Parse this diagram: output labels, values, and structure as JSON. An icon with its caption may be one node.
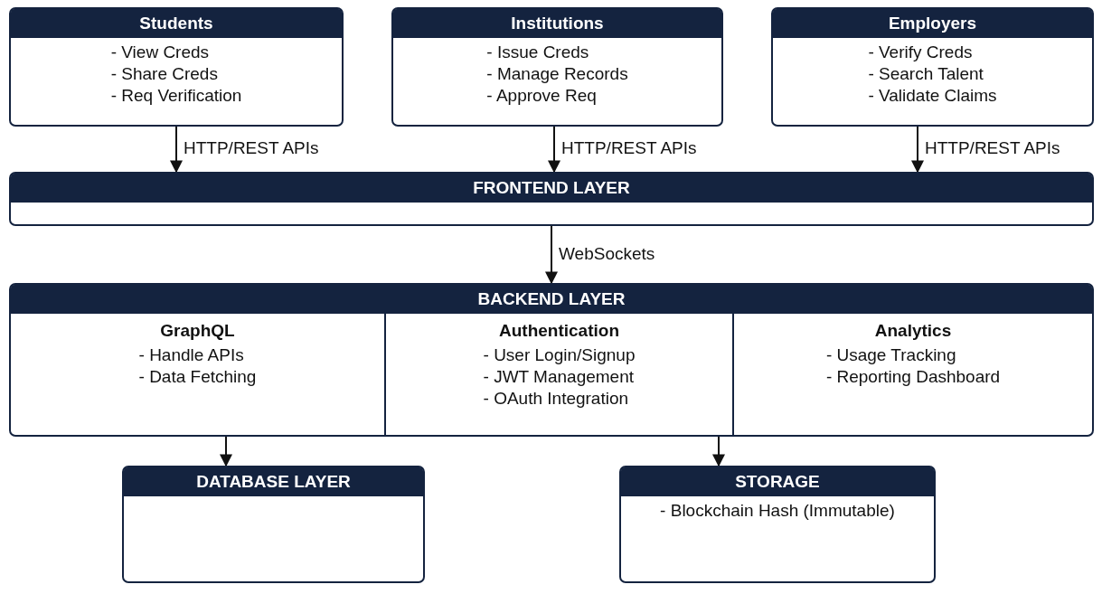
{
  "diagram": {
    "nodes": [
      {
        "text": [
          "Students",
          "- View Creds",
          "- Share Creds",
          "- Req Verification"
        ]
      },
      {
        "text": [
          "Institutions",
          "- Issue Creds",
          "- Manage Records",
          "- Approve Req"
        ]
      },
      {
        "text": [
          "Employers",
          "- Verify Creds",
          "- Search Talent",
          "- Validate Claims"
        ]
      },
      {
        "text": [
          "FRONTEND LAYER"
        ]
      },
      {
        "text": [
          "BACKEND LAYER"
        ]
      },
      {
        "text": [
          "GraphQL",
          "- Handle APIs",
          "- Data Fetching"
        ],
        "in": 4
      },
      {
        "text": [
          "Authentication",
          "- User Login/Signup",
          "- JWT Management",
          "- OAuth Integration"
        ],
        "in": 4
      },
      {
        "text": [
          "Analytics",
          "- Usage Tracking",
          "- Reporting Dashboard"
        ],
        "in": 4
      },
      {
        "text": [
          "DATABASE LAYER"
        ]
      },
      {
        "text": [
          "STORAGE",
          "- Blockchain Hash (Immutable)"
        ]
      }
    ],
    "edges": [
      {
        "from": 0,
        "to": 3,
        "arrow": "to",
        "label": "HTTP/REST APIs"
      },
      {
        "from": 1,
        "to": 3,
        "arrow": "to",
        "label": "HTTP/REST APIs"
      },
      {
        "from": 2,
        "to": 3,
        "arrow": "to",
        "label": "HTTP/REST APIs"
      },
      {
        "from": 3,
        "to": 4,
        "arrow": "to",
        "label": "WebSockets"
      },
      {
        "from": 4,
        "to": 8,
        "arrow": "to"
      },
      {
        "from": 4,
        "to": 9,
        "arrow": "to"
      }
    ]
  }
}
